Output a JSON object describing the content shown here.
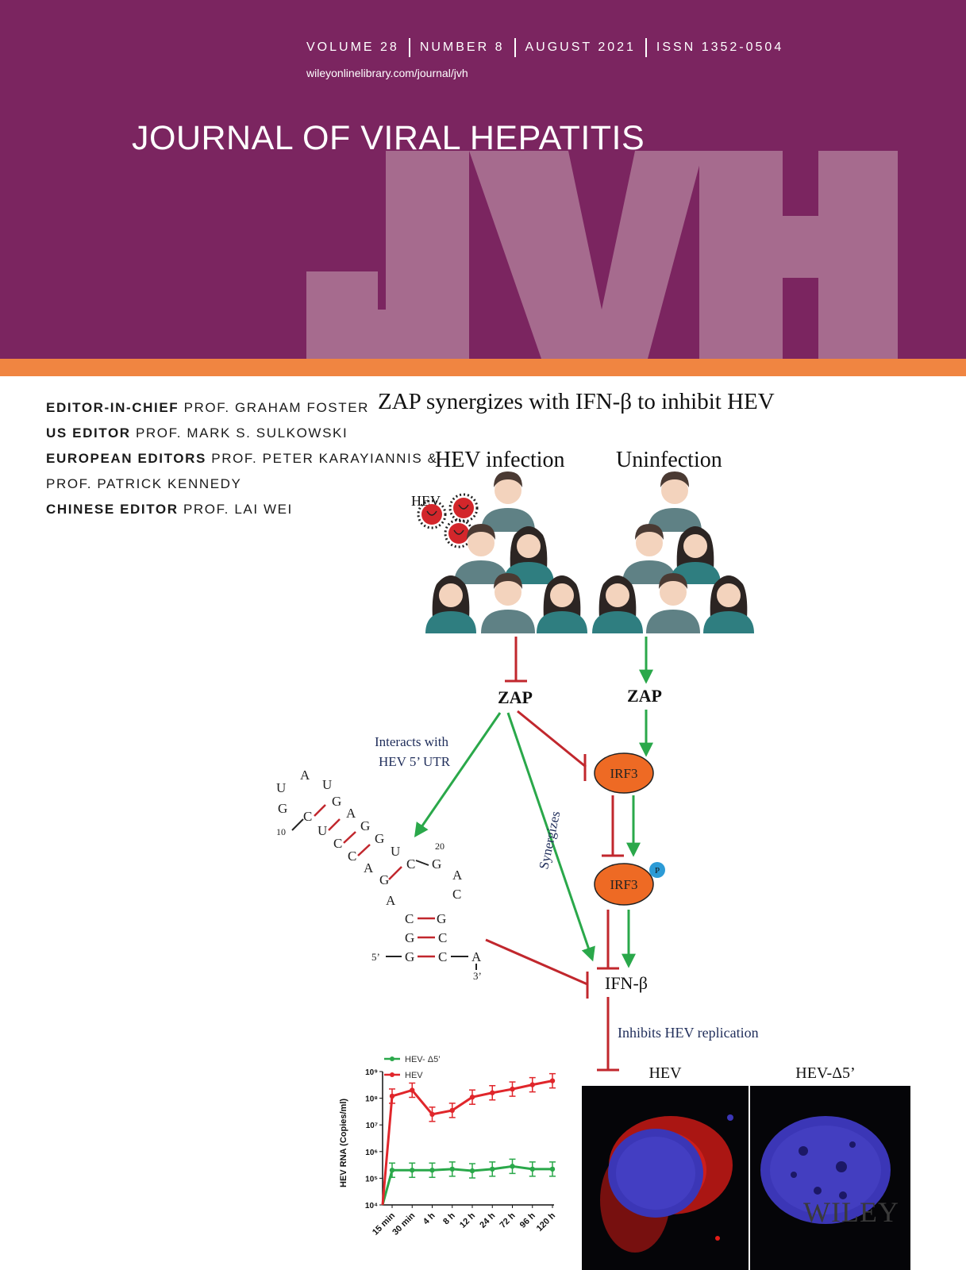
{
  "cover": {
    "volume": "VOLUME 28",
    "number": "NUMBER 8",
    "date": "AUGUST 2021",
    "issn": "ISSN 1352-0504",
    "url": "wileyonlinelibrary.com/journal/jvh",
    "journal_title": "JOURNAL OF VIRAL HEPATITIS",
    "logo_text": "JVH",
    "publisher": "WILEY"
  },
  "editors": [
    {
      "role": "EDITOR-IN-CHIEF",
      "names": "PROF. GRAHAM FOSTER"
    },
    {
      "role": "US EDITOR",
      "names": "PROF. MARK S. SULKOWSKI"
    },
    {
      "role": "EUROPEAN EDITORS",
      "names": "PROF. PETER KARAYIANNIS &"
    },
    {
      "role": "",
      "names": "PROF. PATRICK KENNEDY"
    },
    {
      "role": "CHINESE EDITOR",
      "names": "PROF. LAI WEI"
    }
  ],
  "graphic": {
    "title": "ZAP synergizes with IFN-β to inhibit HEV",
    "left_group": "HEV infection",
    "right_group": "Uninfection",
    "virus_label": "HEV",
    "zap_left": "ZAP",
    "zap_right": "ZAP",
    "irf3": "IRF3",
    "irf3_p": "IRF3",
    "p_badge": "P",
    "ifnb": "IFN-β",
    "interacts_1": "Interacts with",
    "interacts_2": "HEV 5’ UTR",
    "synergizes": "Synergizes",
    "inhibits": "Inhibits HEV replication",
    "micro_hev": "HEV",
    "micro_delta": "HEV-Δ5’",
    "rna": {
      "n10": "10",
      "n20": "20",
      "five": "5’",
      "three": "3’"
    }
  },
  "chart_data": {
    "type": "line",
    "ylabel": "HEV RNA (Copies/ml)",
    "xlabel": "",
    "y_scale": "log",
    "ylim": [
      10000,
      1000000000
    ],
    "y_ticks": [
      "10⁴",
      "10⁵",
      "10⁶",
      "10⁷",
      "10⁸",
      "10⁹"
    ],
    "categories": [
      "15 min",
      "30 min",
      "4 h",
      "8 h",
      "12 h",
      "24 h",
      "72 h",
      "96 h",
      "120 h"
    ],
    "series": [
      {
        "name": "HEV- Δ5’",
        "color": "#2aa84a",
        "values": [
          200000,
          200000,
          200000,
          220000,
          190000,
          220000,
          280000,
          220000,
          220000
        ],
        "start": 10000
      },
      {
        "name": "HEV",
        "color": "#e0262b",
        "values": [
          120000000,
          200000000,
          25000000,
          35000000,
          110000000,
          160000000,
          220000000,
          320000000,
          450000000
        ],
        "start": 10000
      }
    ],
    "legend": "top-left"
  }
}
